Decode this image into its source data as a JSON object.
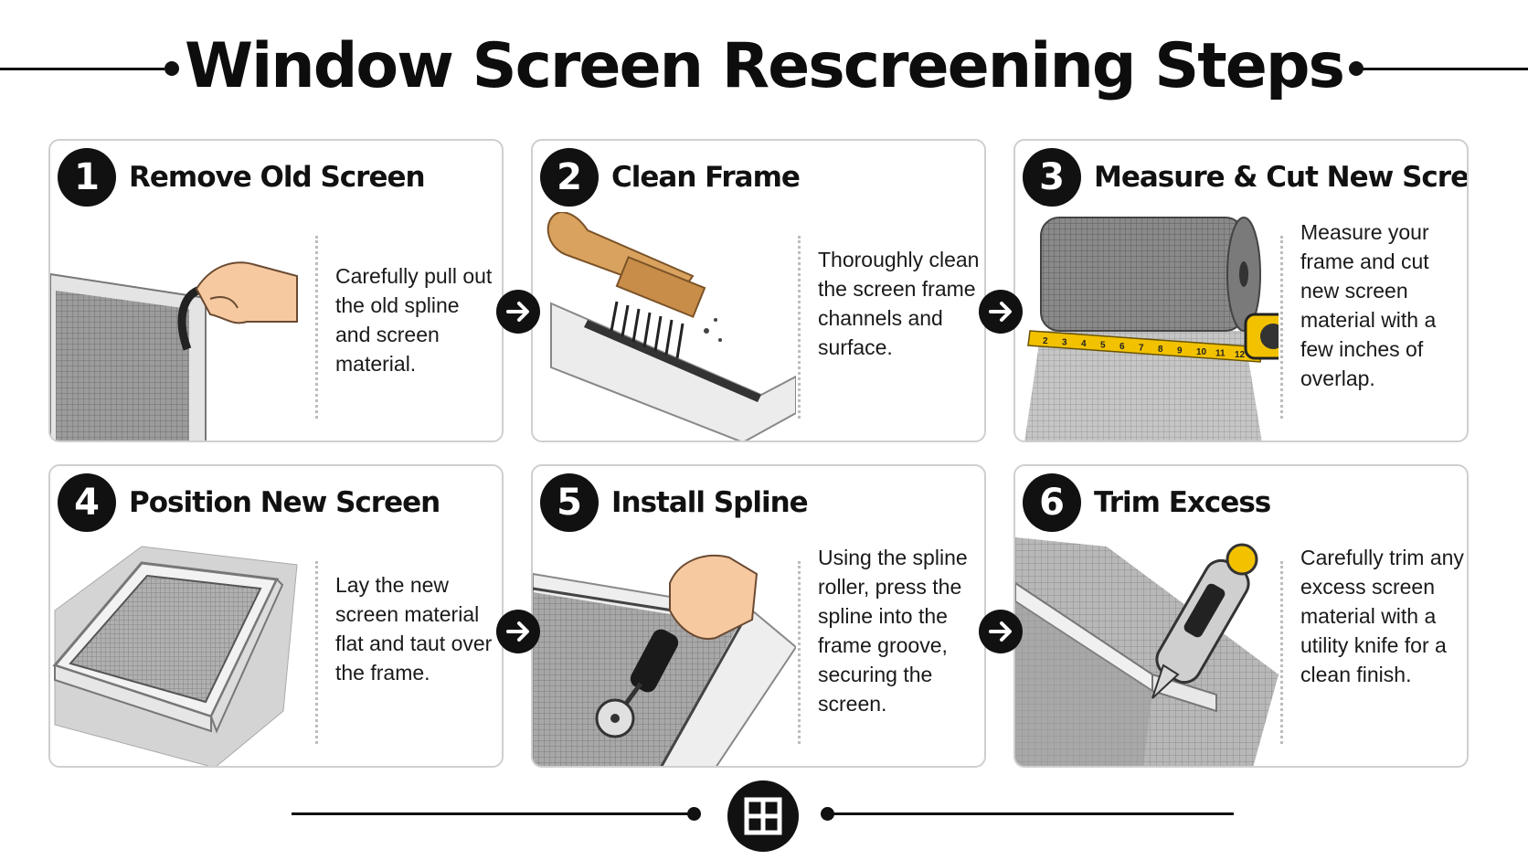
{
  "title": "Window Screen Rescreening Steps",
  "steps": [
    {
      "number": "1",
      "title": "Remove Old Screen",
      "description": "Carefully pull out the old spline and screen material.",
      "icon": "hand-pulling-spline-icon"
    },
    {
      "number": "2",
      "title": "Clean Frame",
      "description": "Thoroughly clean the screen frame channels and surface.",
      "icon": "brush-cleaning-frame-icon"
    },
    {
      "number": "3",
      "title": "Measure & Cut New Screen",
      "description": "Measure your frame and cut new screen material with a few inches of overlap.",
      "icon": "screen-roll-tape-measure-icon"
    },
    {
      "number": "4",
      "title": "Position New Screen",
      "description": "Lay the new screen material flat and taut over the frame.",
      "icon": "screen-over-frame-icon"
    },
    {
      "number": "5",
      "title": "Install Spline",
      "description": "Using the spline roller, press the spline into the frame groove, securing the screen.",
      "icon": "spline-roller-icon"
    },
    {
      "number": "6",
      "title": "Trim Excess",
      "description": "Carefully trim any excess screen material with a utility knife for a clean finish.",
      "icon": "utility-knife-icon"
    }
  ],
  "tape_numbers": [
    "2",
    "3",
    "4",
    "5",
    "6",
    "7",
    "8",
    "9",
    "10",
    "11",
    "12"
  ],
  "arrow_icon": "arrow-right-icon",
  "footer_icon": "window-icon",
  "colors": {
    "ink": "#111111",
    "card_border": "#cfcfcf",
    "tape_yellow": "#f2c200",
    "wood": "#d9a25e",
    "skin": "#f6c9a0",
    "mesh": "#8a8a8a"
  }
}
